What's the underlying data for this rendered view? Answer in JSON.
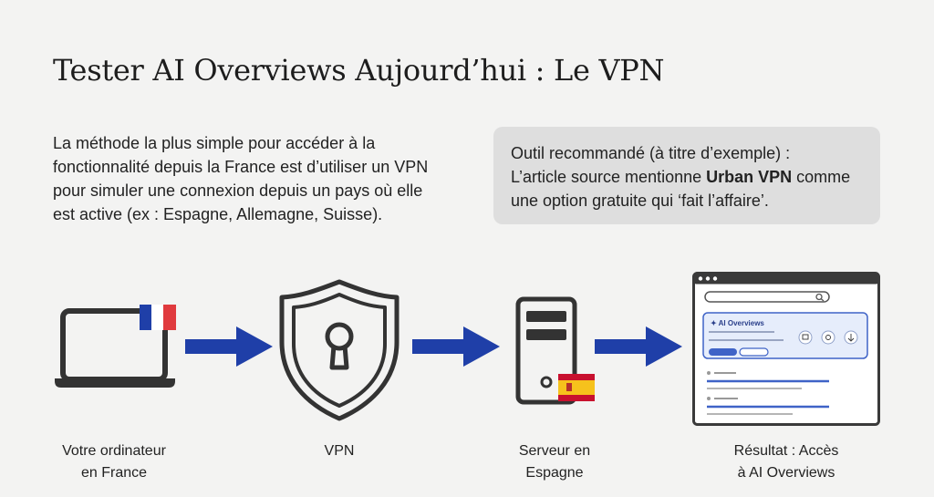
{
  "title": "Tester AI Overviews Aujourd’hui : Le VPN",
  "intro": {
    "line1": "La méthode la plus simple pour accéder à la",
    "line2": "fonctionnalité depuis la France est d’utiliser un VPN",
    "line3": "pour simuler une connexion depuis un pays où elle",
    "line4": "est active (ex : Espagne, Allemagne, Suisse)."
  },
  "callout": {
    "line1": "Outil recommandé (à titre d’exemple) :",
    "line2_pre": "L’article source mentionne ",
    "line2_bold": "Urban VPN",
    "line2_post": " comme",
    "line3": "une option gratuite qui ‘fait l’affaire’."
  },
  "steps": [
    {
      "icon": "laptop-icon",
      "flag": "france-flag",
      "line1": "Votre ordinateur",
      "line2": "en France"
    },
    {
      "icon": "shield-lock-icon",
      "line1": "VPN",
      "line2": ""
    },
    {
      "icon": "server-icon",
      "flag": "spain-flag",
      "line1": "Serveur en",
      "line2": "Espagne"
    },
    {
      "icon": "browser-window-icon",
      "line1": "Résultat : Accès",
      "line2": "à AI Overviews"
    }
  ],
  "browser": {
    "panel_label": "✦ AI Overviews"
  },
  "colors": {
    "arrow": "#1f3fa8",
    "accent_blue": "#3f63c7",
    "icon_stroke": "#333333",
    "panel_bg": "#e6edfb"
  }
}
